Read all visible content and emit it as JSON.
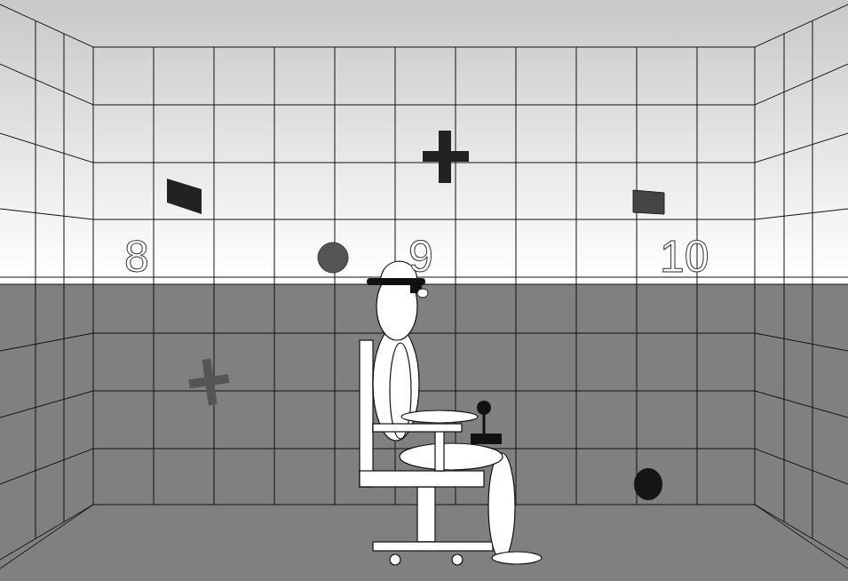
{
  "diagram": {
    "labels": [
      "8",
      "9",
      "10"
    ]
  }
}
